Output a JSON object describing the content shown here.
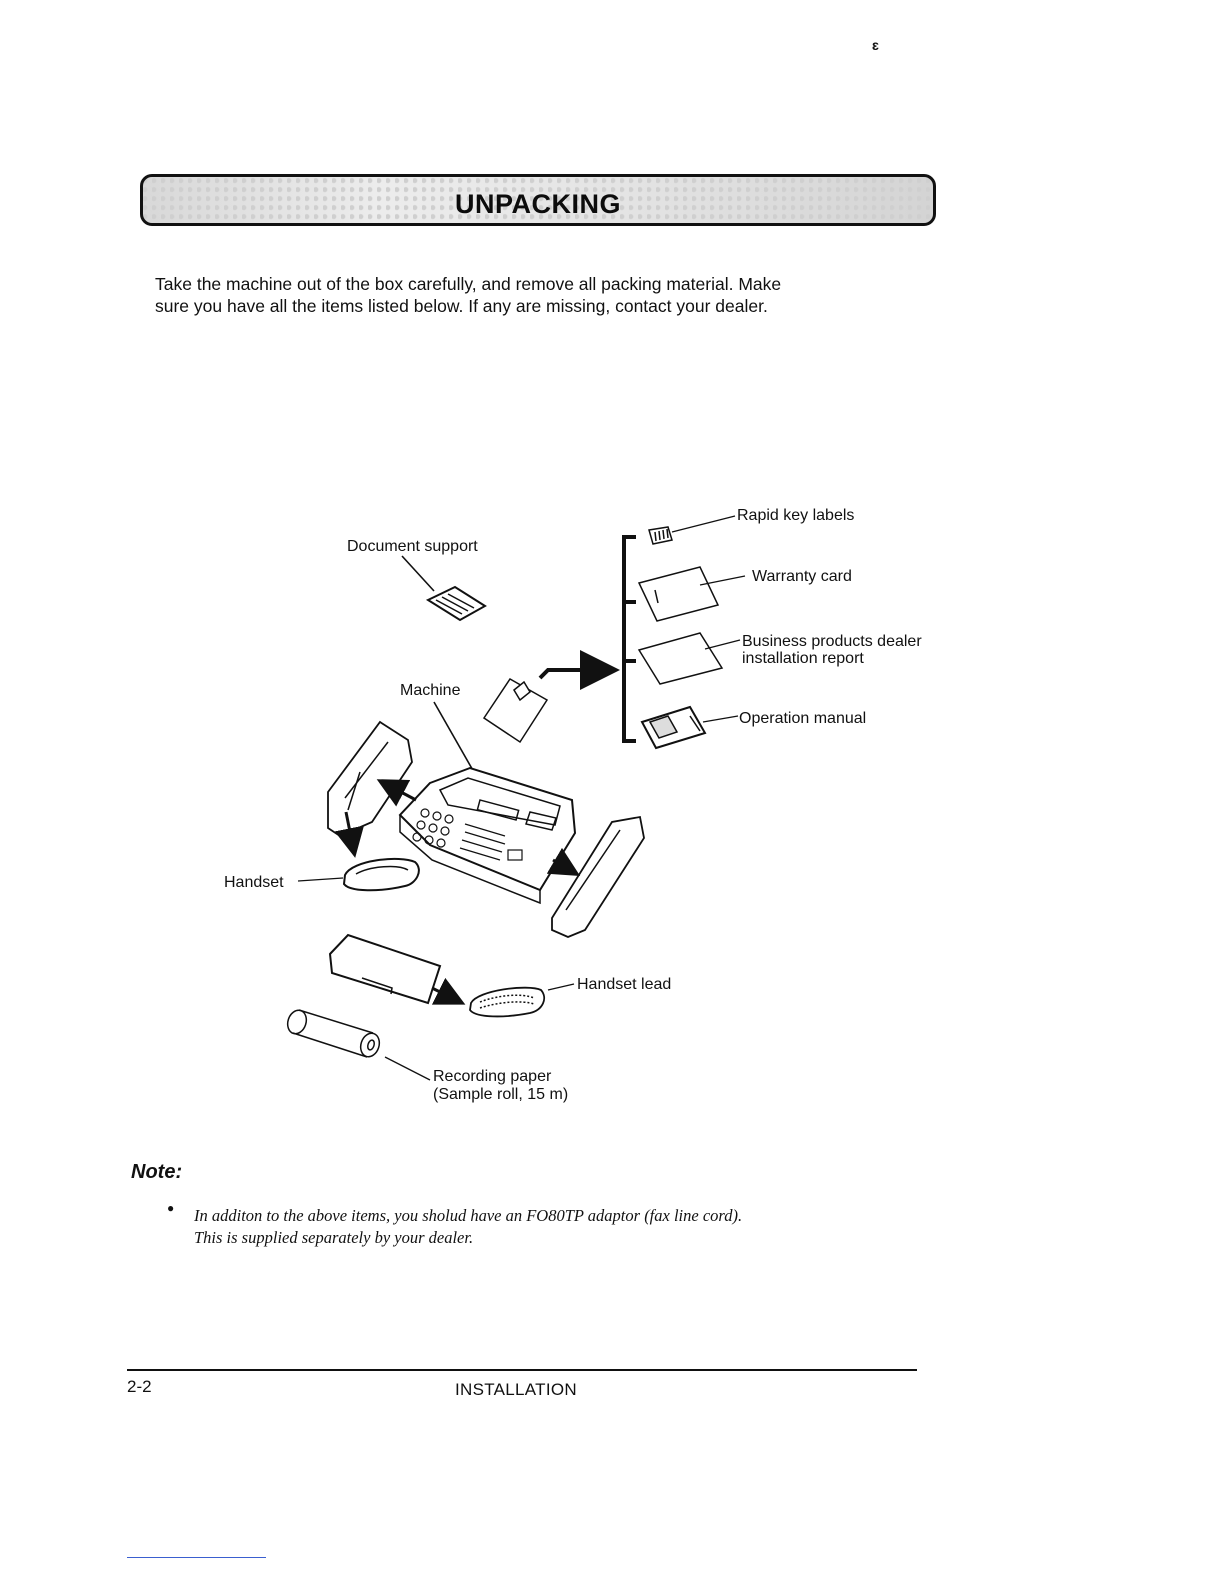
{
  "header": {
    "corner_mark": "ɛ",
    "banner_title": "UNPACKING"
  },
  "intro": {
    "text": "Take the machine out of the box carefully, and remove all packing material. Make sure you have all the items listed below. If any are missing, contact your dealer."
  },
  "figure": {
    "labels": {
      "rapid_key_labels": "Rapid key labels",
      "document_support": "Document support",
      "warranty_card": "Warranty card",
      "dealer_report_line1": "Business products dealer",
      "dealer_report_line2": "installation report",
      "machine": "Machine",
      "operation_manual": "Operation manual",
      "handset": "Handset",
      "handset_lead": "Handset lead",
      "recording_paper_line1": "Recording paper",
      "recording_paper_line2": "(Sample roll, 15 m)"
    }
  },
  "note": {
    "heading": "Note:",
    "bullet_line1": "In additon to the above items, you sholud have an FO80TP adaptor (fax line cord).",
    "bullet_line2": "This is supplied separately by your dealer."
  },
  "footer": {
    "page_number": "2-2",
    "section_title": "INSTALLATION"
  }
}
